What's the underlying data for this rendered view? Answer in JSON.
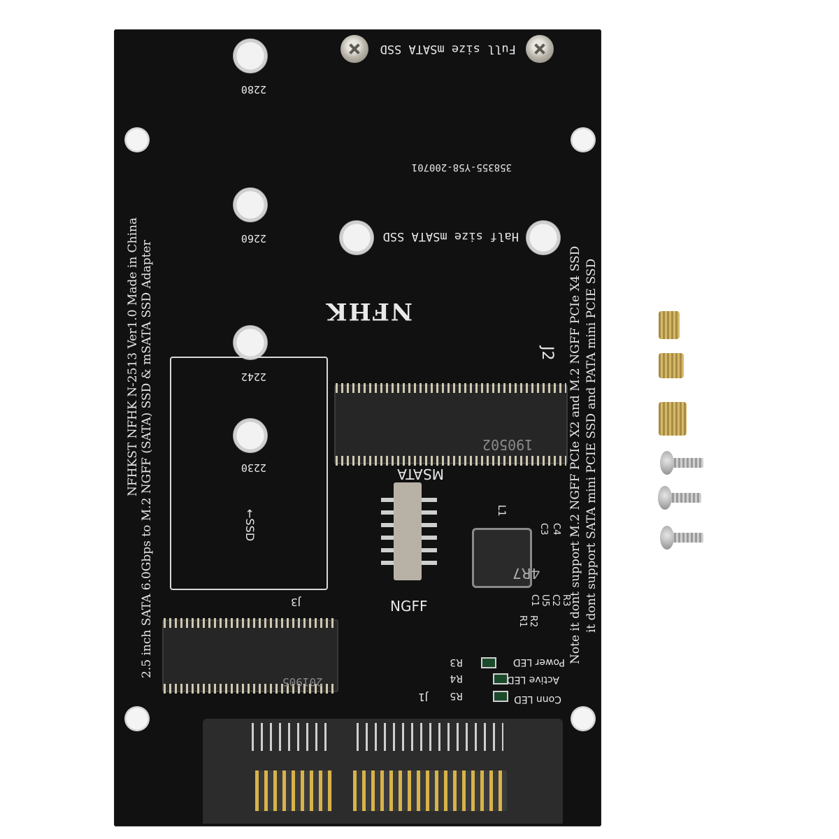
{
  "board": {
    "full_size_label": "Full size mSATA SSD",
    "half_size_label": "Half size mSATA SSD",
    "serial": "358355-Y58-200701",
    "brand": "NFHK",
    "model_line": "NFHKST NFHK N-2513 Ver1.0 Made in China",
    "desc_line": "2.5 inch SATA 6.0Gbps to M.2 NGFF (SATA) SSD & mSATA SSD Adapter",
    "note_line1": "Note it dont support M.2 NGFF PCIe X2 and M.2 NGFF PCIe X4 SSD",
    "note_line2": "it dont support SATA mini PCIE SSD and PATA mini PCIE SSD",
    "size_2280": "2280",
    "size_2260": "2260",
    "size_2242": "2242",
    "size_2230": "2230",
    "ssd_arrow": "←SSD",
    "j1": "J1",
    "j2": "J2",
    "j3": "J3",
    "msata_switch": "MSATA",
    "ngff_switch": "NGFF",
    "inductor_mark": "4R7",
    "msata_slot_date": "190502",
    "ngff_slot_date": "201905",
    "l1": "L1",
    "c3": "C3",
    "c4": "C4",
    "c1": "C1",
    "u5": "U5",
    "c2": "C2",
    "r3b": "R3",
    "r1": "R1",
    "r2": "R2",
    "power_led": "Power LED",
    "active_led": "Active LED",
    "conn_led": "Conn LED",
    "r3": "R3",
    "r4": "R4",
    "r5": "R5"
  }
}
